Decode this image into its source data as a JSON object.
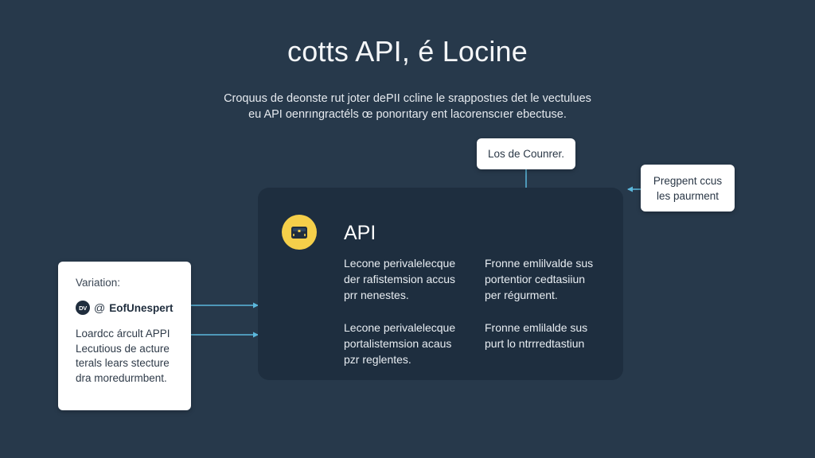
{
  "header": {
    "title": "cotts API, é Locine",
    "subtitle_lines": [
      "Croquus de deonste rut joter dePII ccline le srappostıes det le vectulues",
      "eu API oenrıngractéls œ ponorıtary ent lacorenscıer ebectuse."
    ]
  },
  "callouts": {
    "top": {
      "text": "Los de Counrer."
    },
    "right": {
      "lines": [
        "Pregpent ccus",
        "les paurment"
      ]
    }
  },
  "main_card": {
    "icon": "briefcase-icon",
    "title": "API",
    "blocks": [
      {
        "lines": [
          "Lecone perivalelecque",
          "der rafistemsion accus",
          "prr nenestes."
        ]
      },
      {
        "lines": [
          "Fronne emlilvalde sus",
          "portentior cedtasiiun",
          "per régurment."
        ]
      },
      {
        "lines": [
          "Lecone perivalelecque",
          "portalistemsion acaus",
          "pzr reglentes."
        ]
      },
      {
        "lines": [
          "Fronne emlilalde sus",
          "purt lo ntrrredtastiun"
        ]
      }
    ]
  },
  "side_card": {
    "label": "Variation:",
    "avatar_initials": "DV",
    "at_symbol": "@",
    "handle": "EofUnespert",
    "body_lines": [
      "Loardcc árcult APPI",
      "Lecutious de acture",
      "terals lears stecture",
      "dra moredurmbent."
    ]
  },
  "colors": {
    "background": "#27394b",
    "card": "#1e2e3f",
    "accent_yellow": "#f5cf4a",
    "connector": "#5bb8dc",
    "callout_bg": "#ffffff"
  }
}
